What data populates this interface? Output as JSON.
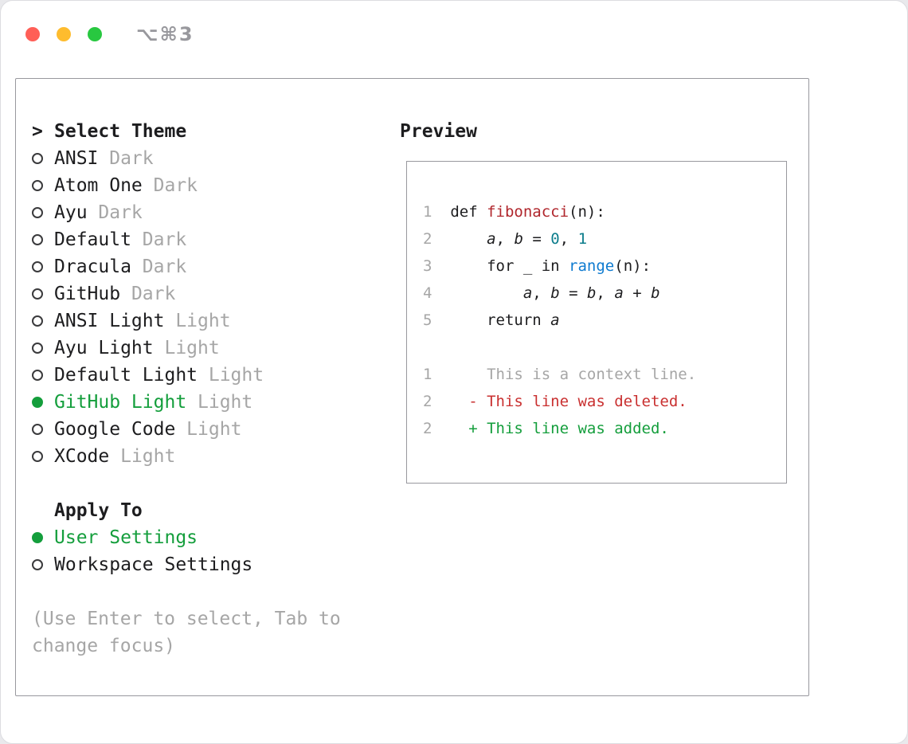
{
  "window": {
    "shortcut": "⌥⌘3"
  },
  "theme_menu": {
    "title": "Select Theme",
    "prompt": ">",
    "items": [
      {
        "name": "ANSI",
        "variant": "Dark",
        "selected": false
      },
      {
        "name": "Atom One",
        "variant": "Dark",
        "selected": false
      },
      {
        "name": "Ayu",
        "variant": "Dark",
        "selected": false
      },
      {
        "name": "Default",
        "variant": "Dark",
        "selected": false
      },
      {
        "name": "Dracula",
        "variant": "Dark",
        "selected": false
      },
      {
        "name": "GitHub",
        "variant": "Dark",
        "selected": false
      },
      {
        "name": "ANSI Light",
        "variant": "Light",
        "selected": false
      },
      {
        "name": "Ayu Light",
        "variant": "Light",
        "selected": false
      },
      {
        "name": "Default Light",
        "variant": "Light",
        "selected": false
      },
      {
        "name": "GitHub Light",
        "variant": "Light",
        "selected": true
      },
      {
        "name": "Google Code",
        "variant": "Light",
        "selected": false
      },
      {
        "name": "XCode",
        "variant": "Light",
        "selected": false
      }
    ]
  },
  "apply_to": {
    "title": "Apply To",
    "options": [
      {
        "label": "User Settings",
        "selected": true
      },
      {
        "label": "Workspace Settings",
        "selected": false
      }
    ]
  },
  "hint": "(Use Enter to select, Tab to change focus)",
  "preview": {
    "title": "Preview",
    "lines": [
      {
        "segs": [
          [
            "ln",
            "1  "
          ],
          [
            "p",
            "def "
          ],
          [
            "fn",
            "fibonacci"
          ],
          [
            "p",
            "(n):"
          ]
        ]
      },
      {
        "segs": [
          [
            "ln",
            "2  "
          ],
          [
            "p",
            "    "
          ],
          [
            "v",
            "a"
          ],
          [
            "p",
            ", "
          ],
          [
            "v",
            "b"
          ],
          [
            "p",
            " = "
          ],
          [
            "n",
            "0"
          ],
          [
            "p",
            ", "
          ],
          [
            "n",
            "1"
          ]
        ]
      },
      {
        "segs": [
          [
            "ln",
            "3  "
          ],
          [
            "p",
            "    for _ in "
          ],
          [
            "b",
            "range"
          ],
          [
            "p",
            "(n):"
          ]
        ]
      },
      {
        "segs": [
          [
            "ln",
            "4  "
          ],
          [
            "p",
            "        "
          ],
          [
            "v",
            "a"
          ],
          [
            "p",
            ", "
          ],
          [
            "v",
            "b"
          ],
          [
            "p",
            " = "
          ],
          [
            "v",
            "b"
          ],
          [
            "p",
            ", "
          ],
          [
            "v",
            "a"
          ],
          [
            "p",
            " + "
          ],
          [
            "v",
            "b"
          ]
        ]
      },
      {
        "segs": [
          [
            "ln",
            "5  "
          ],
          [
            "p",
            "    return "
          ],
          [
            "v",
            "a"
          ]
        ]
      },
      {
        "segs": []
      },
      {
        "segs": [
          [
            "ln",
            "1  "
          ],
          [
            "ctx",
            "    This is a context line."
          ]
        ]
      },
      {
        "segs": [
          [
            "ln",
            "2  "
          ],
          [
            "del",
            "  - This line was deleted."
          ]
        ]
      },
      {
        "segs": [
          [
            "ln",
            "2  "
          ],
          [
            "add",
            "  + This line was added."
          ]
        ]
      }
    ]
  },
  "colors": {
    "accent_green": "#149e3c",
    "added_green": "#149e3c",
    "deleted_red": "#c93030",
    "function_red": "#b0262c",
    "number_teal": "#0d7d8c",
    "builtin_blue": "#0f7bd0",
    "muted_gray": "#a6a6a6",
    "traffic_red": "#ff5f57",
    "traffic_yellow": "#febc2e",
    "traffic_green": "#28c840"
  }
}
